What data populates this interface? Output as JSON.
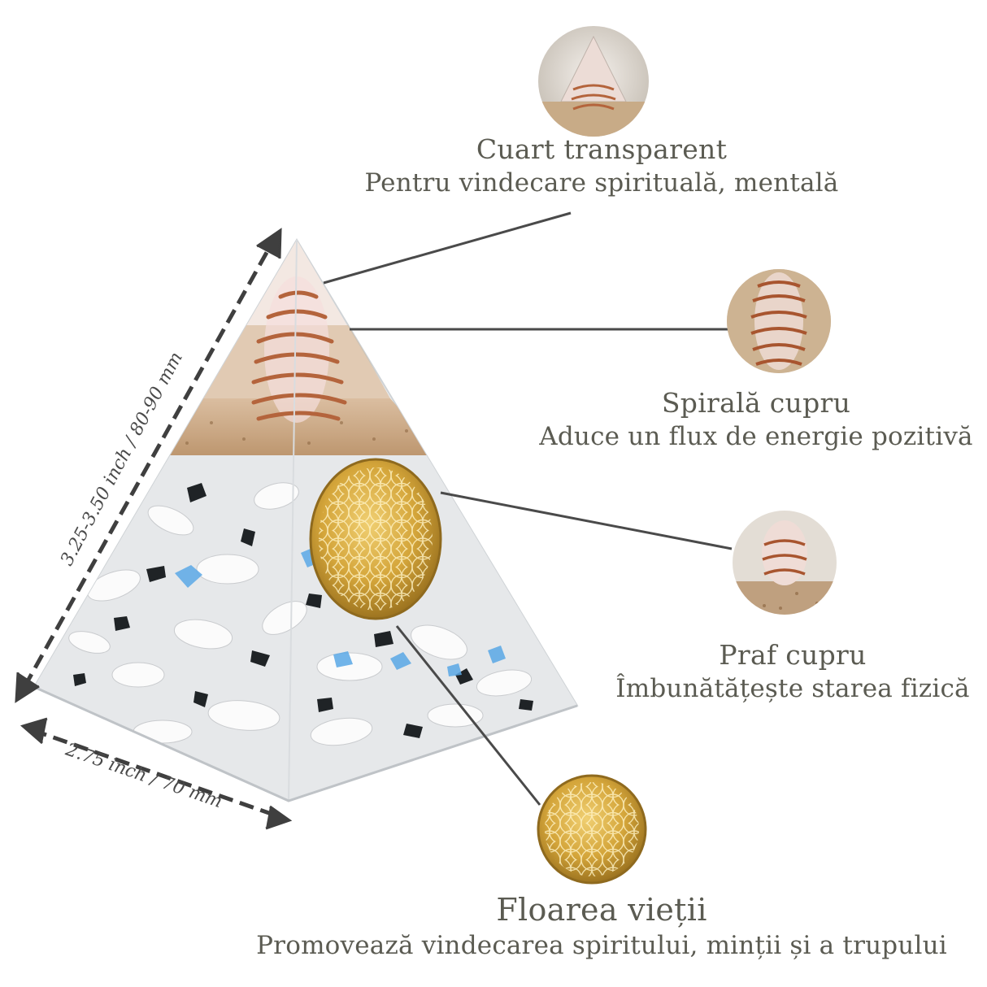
{
  "features": [
    {
      "title": "Cuart transparent",
      "description": "Pentru vindecare spirituală, mentală",
      "icon": "quartz-tip-thumbnail-icon"
    },
    {
      "title": "Spirală cupru",
      "description": "Aduce un flux de energie pozitivă",
      "icon": "copper-spiral-thumbnail-icon"
    },
    {
      "title": "Praf cupru",
      "description": "Îmbunătățește starea fizică",
      "icon": "copper-dust-thumbnail-icon"
    },
    {
      "title": "Floarea vieții",
      "description": "Promovează vindecarea spiritului, minții și a trupului",
      "icon": "flower-of-life-thumbnail-icon"
    }
  ],
  "dimensions": {
    "height_label": "3.25-3.50 inch / 80-90 mm",
    "base_label": "2.75 inch / 70 mm"
  },
  "colors": {
    "text": "#5b5b52",
    "leader_line": "#4a4a4a",
    "copper": "#b4643c",
    "gold": "#c99a2e",
    "moonstone_blue": "#5aa8e6"
  }
}
